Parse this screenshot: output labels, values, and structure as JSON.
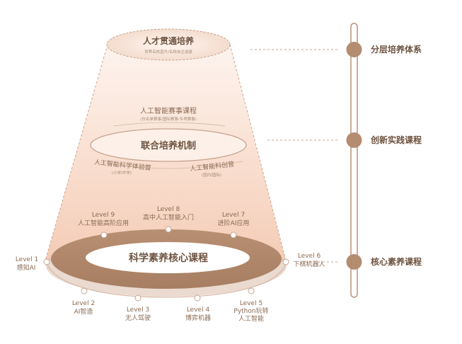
{
  "colors": {
    "accent": "#b8917a",
    "ring": "#b28e73",
    "text": "#8a6a52",
    "cone": "#f6d9c8"
  },
  "top": {
    "title": "人才贯通培养",
    "subtitle": "世界名校直升/名校自主选拔"
  },
  "middle": {
    "title": "联合培养机制",
    "upper_label": "人工智能赛事课程",
    "upper_note": "(白名单赛事/国际赛事/专项赛事)",
    "left_label": "人工智能科学体验营",
    "left_note": "(小学/中学)",
    "right_label": "人工智能科创营",
    "right_note": "(国内/国际)"
  },
  "core": {
    "title": "科学素养核心课程"
  },
  "levels": [
    {
      "level": "Level 1",
      "name": "感知AI"
    },
    {
      "level": "Level 2",
      "name": "AI智造"
    },
    {
      "level": "Level 3",
      "name": "无人驾驶"
    },
    {
      "level": "Level 4",
      "name": "博弈机器"
    },
    {
      "level": "Level 5",
      "name": "Python玩转",
      "name2": "人工智能"
    },
    {
      "level": "Level 6",
      "name": "下棋机器人"
    },
    {
      "level": "Level 7",
      "name": "进阶AI应用"
    },
    {
      "level": "Level 8",
      "name": "高中人工智能入门"
    },
    {
      "level": "Level 9",
      "name": "人工智能高阶应用"
    }
  ],
  "axis": {
    "labels": [
      "分层培养体系",
      "创新实践课程",
      "核心素养课程"
    ]
  }
}
